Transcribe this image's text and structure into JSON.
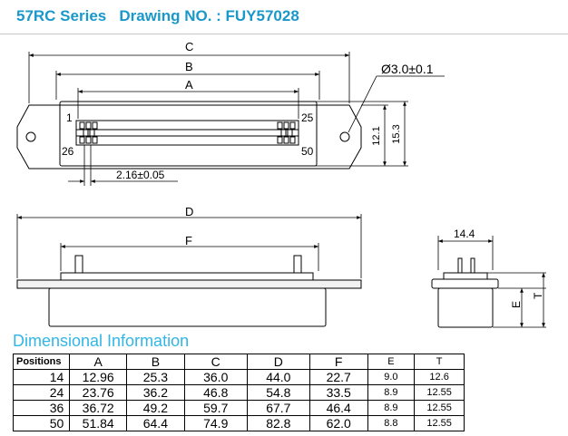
{
  "header": {
    "series": "57RC Series",
    "drawing_label": "Drawing NO. : FUY57028"
  },
  "drawing": {
    "dims": {
      "C": "C",
      "B": "B",
      "A": "A",
      "D": "D",
      "F": "F",
      "hole": "Ø3.0±0.1",
      "h121": "12.1",
      "h153": "15.3",
      "pitch": "2.16±0.05",
      "w144": "14.4",
      "E": "E",
      "T": "T"
    },
    "pins": {
      "p1": "1",
      "p25": "25",
      "p26": "26",
      "p50": "50"
    }
  },
  "dimensional": {
    "title": "Dimensional Information",
    "columns": [
      "Positions",
      "A",
      "B",
      "C",
      "D",
      "F",
      "E",
      "T"
    ],
    "rows": [
      [
        "14",
        "12.96",
        "25.3",
        "36.0",
        "44.0",
        "22.7",
        "9.0",
        "12.6"
      ],
      [
        "24",
        "23.76",
        "36.2",
        "46.8",
        "54.8",
        "33.5",
        "8.9",
        "12.55"
      ],
      [
        "36",
        "36.72",
        "49.2",
        "59.7",
        "67.7",
        "46.4",
        "8.9",
        "12.55"
      ],
      [
        "50",
        "51.84",
        "64.4",
        "74.9",
        "82.8",
        "62.0",
        "8.8",
        "12.55"
      ]
    ]
  }
}
